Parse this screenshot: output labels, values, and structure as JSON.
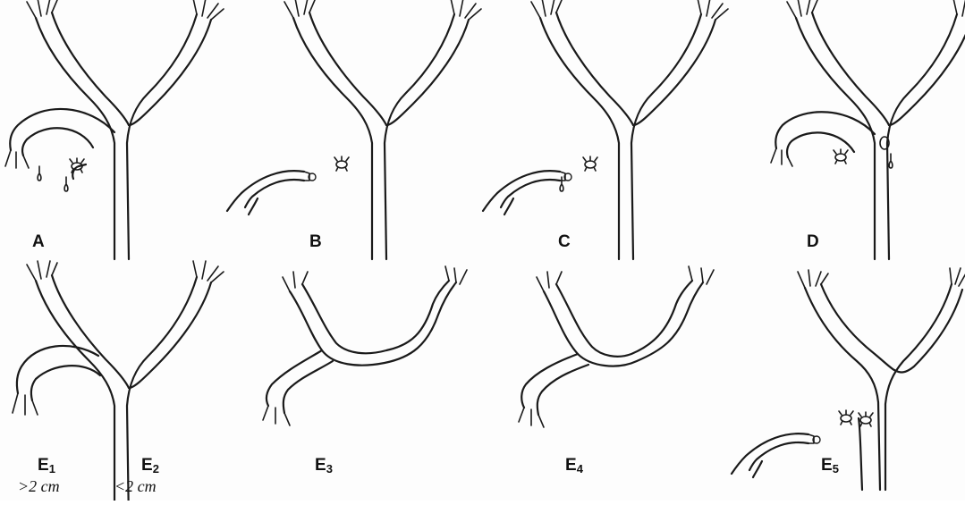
{
  "labels": {
    "A": "A",
    "B": "B",
    "C": "C",
    "D": "D",
    "E": "E",
    "sub_1": "1",
    "sub_2": "2",
    "sub_3": "3",
    "sub_4": "4",
    "sub_5": "5"
  },
  "notes": {
    "gt2": ">2 cm",
    "lt2": "<2 cm"
  }
}
